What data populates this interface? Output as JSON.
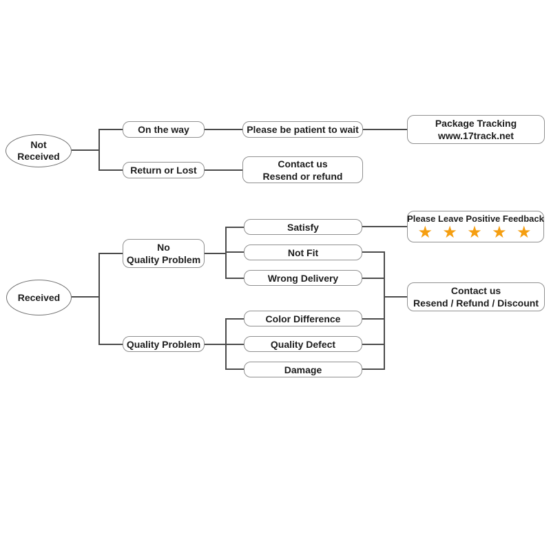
{
  "diagram": {
    "type": "flowchart",
    "topic": "after-sale service decision flow"
  },
  "colors": {
    "star": "#F59E10",
    "box_border": "#8f8f8f",
    "connector": "#4a4a4a",
    "text": "#1c1c1c",
    "background": "#ffffff"
  },
  "nodes": {
    "not_received": {
      "lines": [
        "Not",
        "Received"
      ]
    },
    "on_the_way": {
      "lines": [
        "On the way"
      ]
    },
    "please_wait": {
      "lines": [
        "Please be patient to wait"
      ]
    },
    "package_tracking": {
      "lines": [
        "Package Tracking",
        "www.17track.net"
      ]
    },
    "return_or_lost": {
      "lines": [
        "Return or Lost"
      ]
    },
    "contact_resend_refund": {
      "lines": [
        "Contact us",
        "Resend or refund"
      ]
    },
    "received": {
      "lines": [
        "Received"
      ]
    },
    "no_quality_problem": {
      "lines": [
        "No",
        "Quality Problem"
      ]
    },
    "satisfy": {
      "lines": [
        "Satisfy"
      ]
    },
    "positive_feedback": {
      "lines": [
        "Please Leave Positive Feedback"
      ],
      "stars": "★ ★ ★ ★ ★",
      "star_count": 5
    },
    "not_fit": {
      "lines": [
        "Not Fit"
      ]
    },
    "wrong_delivery": {
      "lines": [
        "Wrong Delivery"
      ]
    },
    "quality_problem": {
      "lines": [
        "Quality Problem"
      ]
    },
    "color_difference": {
      "lines": [
        "Color Difference"
      ]
    },
    "quality_defect": {
      "lines": [
        "Quality Defect"
      ]
    },
    "damage": {
      "lines": [
        "Damage"
      ]
    },
    "contact_discount": {
      "lines": [
        "Contact us",
        "Resend / Refund / Discount"
      ]
    }
  }
}
